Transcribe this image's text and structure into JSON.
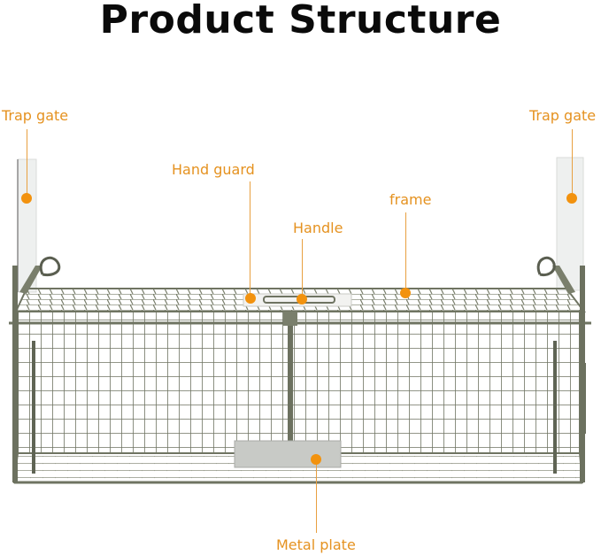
{
  "title": "Product Structure",
  "accent_color": "#f2920e",
  "label_color": "#e59220",
  "cage_color": "#6f7462",
  "callouts": [
    {
      "id": "trap-gate-left",
      "label": "Trap gate"
    },
    {
      "id": "hand-guard",
      "label": "Hand guard"
    },
    {
      "id": "handle",
      "label": "Handle"
    },
    {
      "id": "frame",
      "label": "frame"
    },
    {
      "id": "trap-gate-right",
      "label": "Trap gate"
    },
    {
      "id": "metal-plate",
      "label": "Metal plate"
    }
  ]
}
